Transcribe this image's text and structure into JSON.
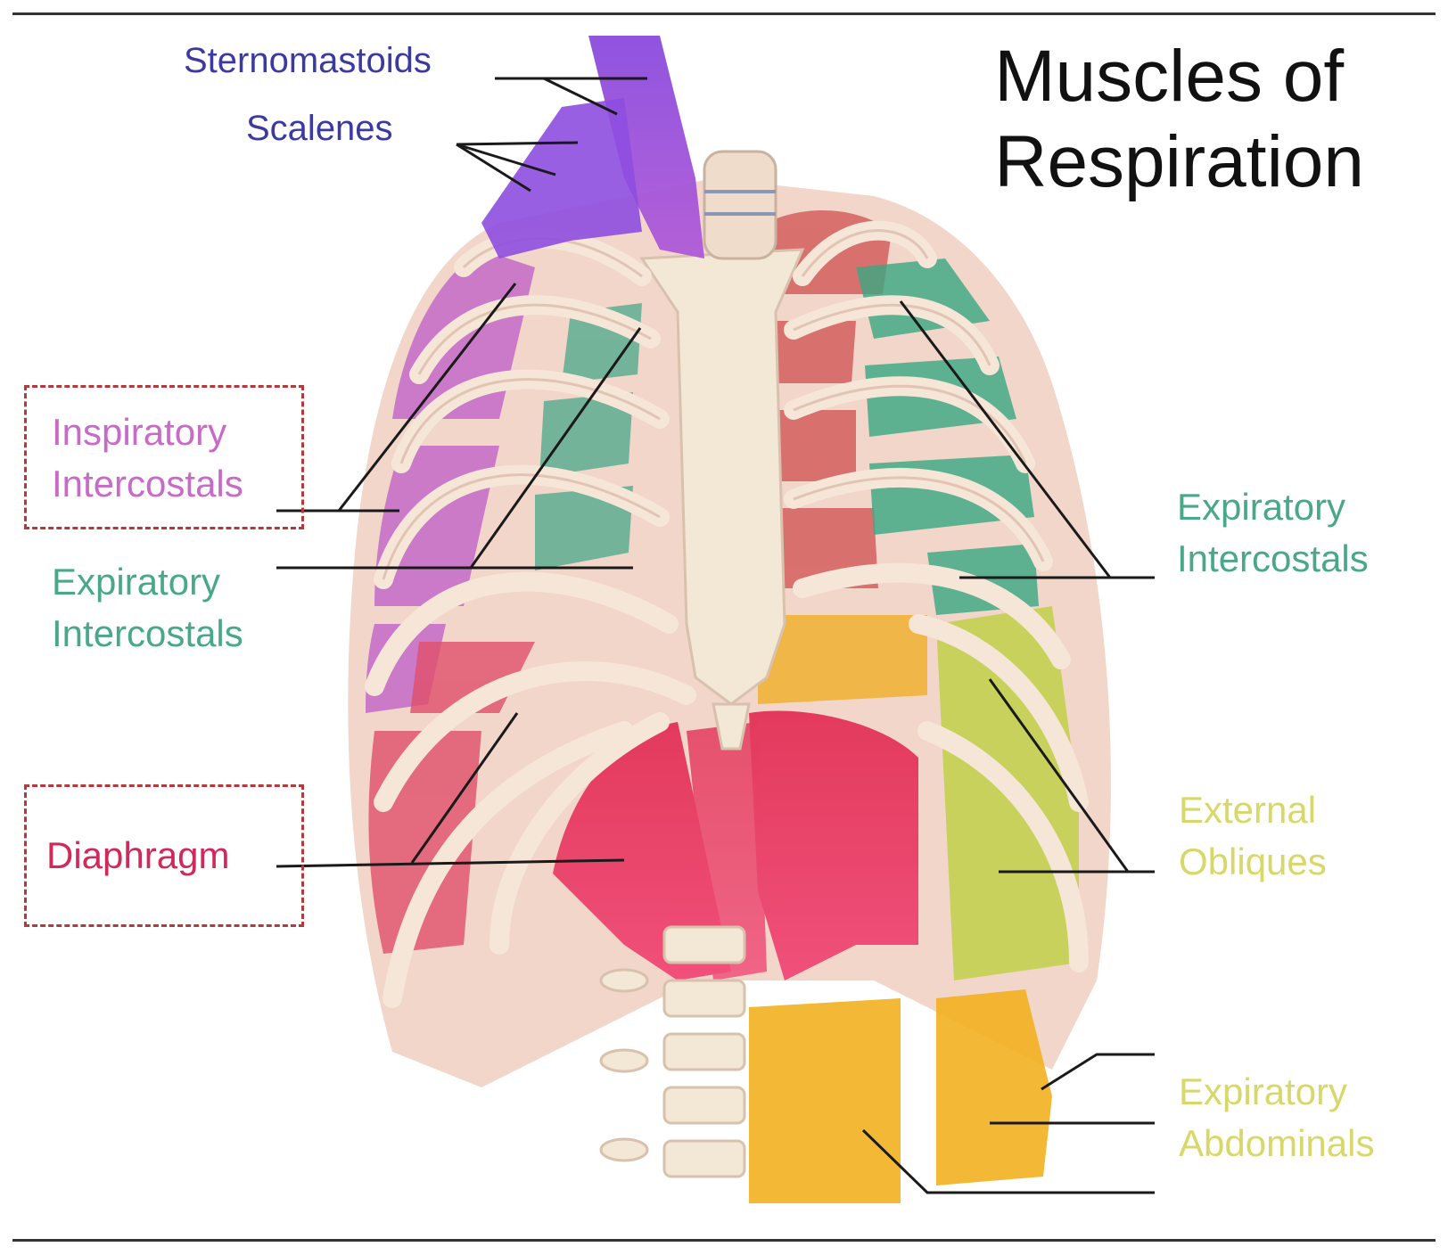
{
  "title": {
    "line1": "Muscles of",
    "line2": "Respiration"
  },
  "labels": {
    "sternomastoids": "Sternomastoids",
    "scalenes": "Scalenes",
    "inspiratory_intercostals": {
      "line1": "Inspiratory",
      "line2": "Intercostals"
    },
    "expiratory_intercostals_left": {
      "line1": "Expiratory",
      "line2": "Intercostals"
    },
    "diaphragm": "Diaphragm",
    "expiratory_intercostals_right": {
      "line1": "Expiratory",
      "line2": "Intercostals"
    },
    "external_obliques": {
      "line1": "External",
      "line2": "Obliques"
    },
    "expiratory_abdominals": {
      "line1": "Expiratory",
      "line2": "Abdominals"
    }
  },
  "colors": {
    "sternomastoids": "#3b3aa0",
    "scalenes": "#3b3aa0",
    "inspiratory": "#c86ac8",
    "expiratory": "#4aa88a",
    "diaphragm": "#d02a5a",
    "obliques": "#d8d86a",
    "abdominals": "#d8d86a"
  }
}
